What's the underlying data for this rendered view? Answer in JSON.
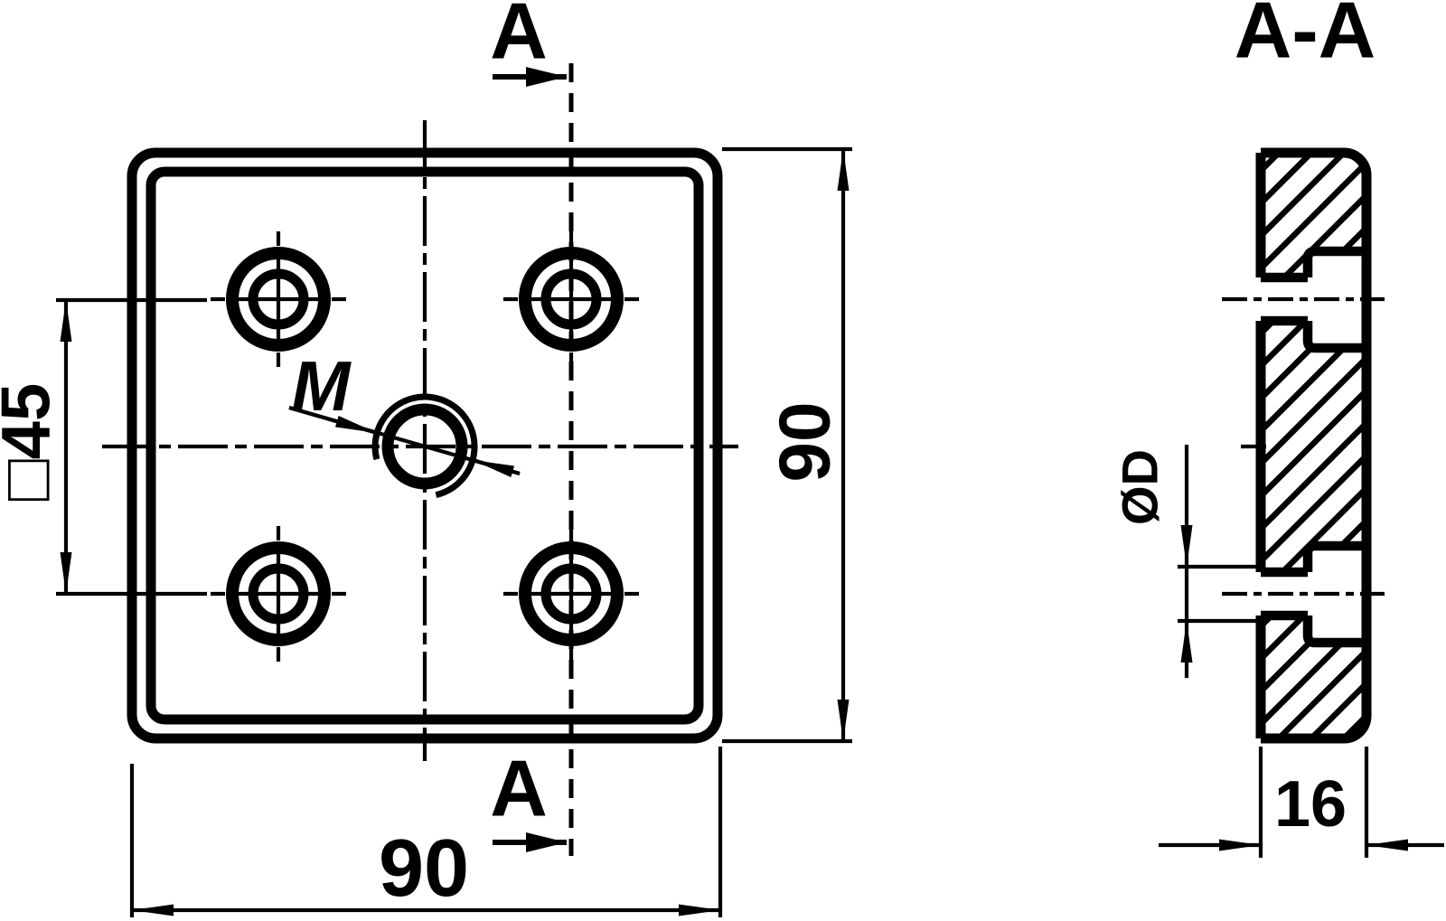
{
  "drawing": {
    "front_view": {
      "section_cut_label_top": "A",
      "section_cut_label_bottom": "A",
      "width_dim": "90",
      "height_dim": "90",
      "hole_pattern_dim": "□45",
      "thread_label": "M"
    },
    "section_view": {
      "title": "A-A",
      "thickness_dim": "16",
      "hole_diameter_dim": "ØD"
    },
    "colors": {
      "line_color": "#000000",
      "background": "#ffffff"
    }
  }
}
